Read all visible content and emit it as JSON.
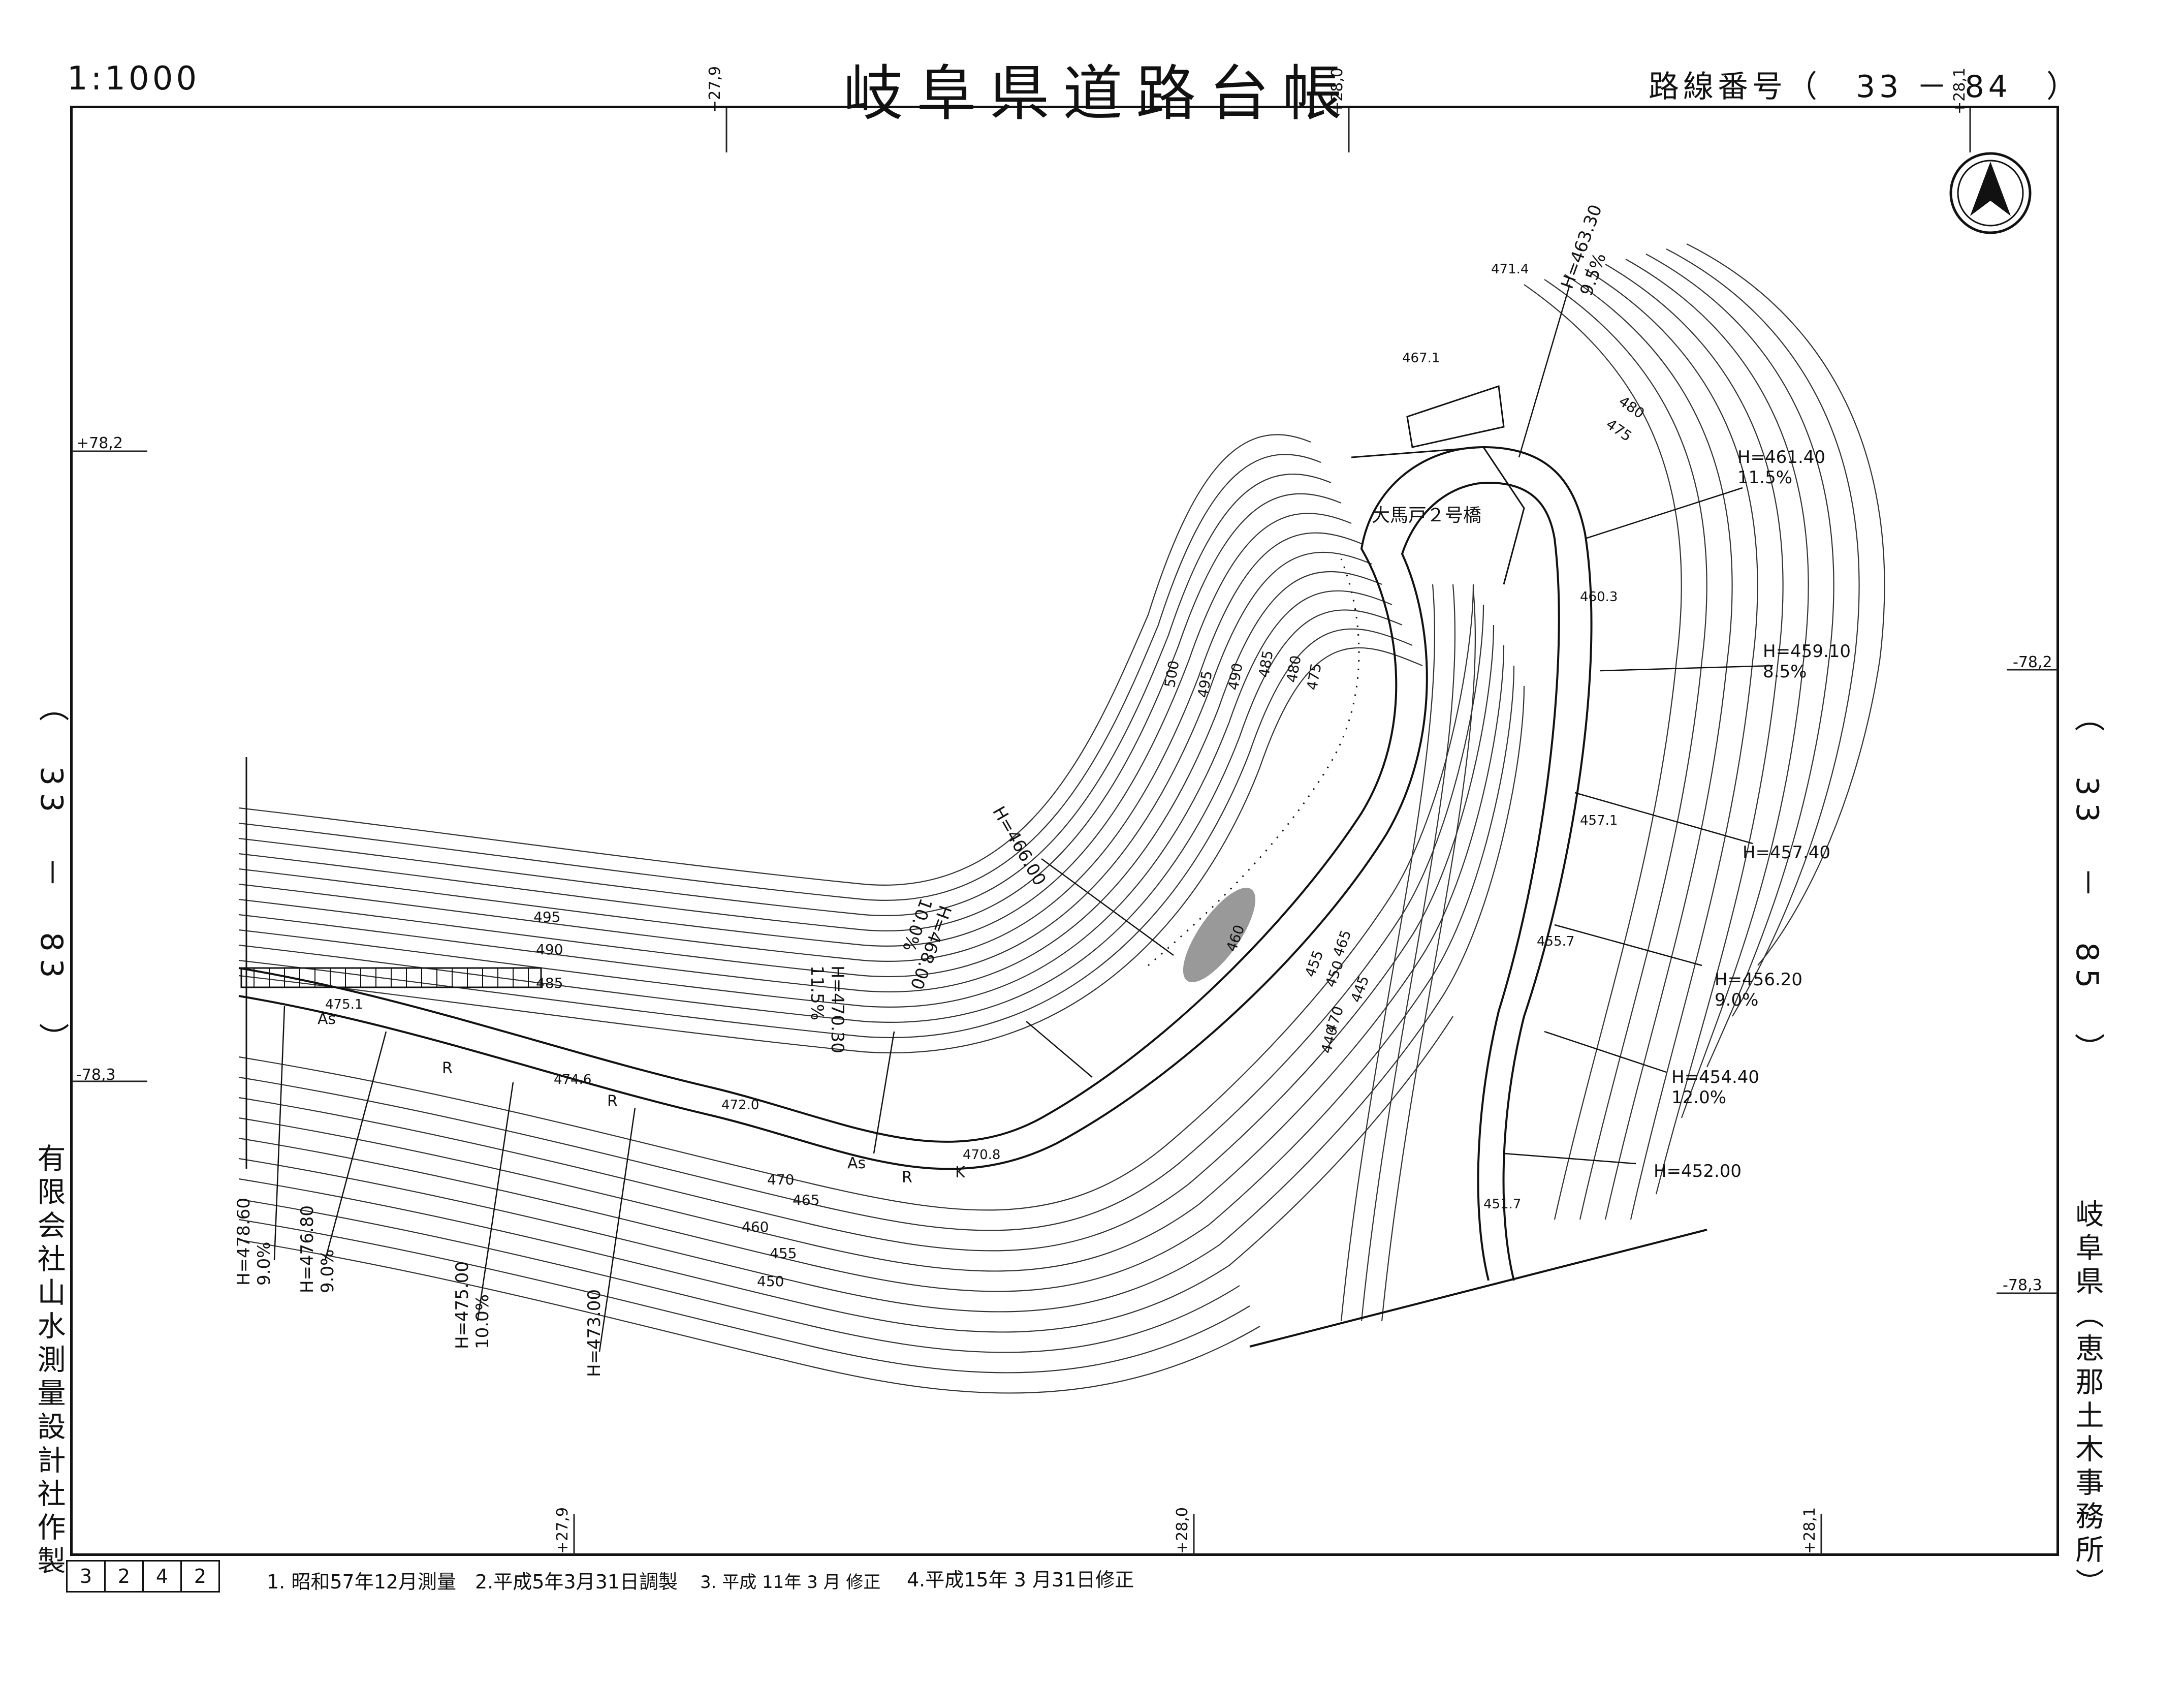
{
  "header": {
    "scale": "1:1000",
    "title": "岐阜県道路台帳",
    "route_label": "路線番号（　33 － 84　）"
  },
  "adjacent_sheets": {
    "left": "（　33　－　83　）",
    "right": "（　33　－　85　）"
  },
  "grid_labels": {
    "top_1": "+27,9",
    "top_2": "+28,0",
    "top_3": "+28,1",
    "bottom_1": "+27,9",
    "bottom_2": "+28,0",
    "bottom_3": "+28,1",
    "left_1": "+78,2",
    "left_2": "-78,3",
    "right_1": "-78,2",
    "right_2": "-78,3"
  },
  "map": {
    "bridge_name": "大馬戸２号橋",
    "elevations": {
      "h1": "H=478.60\n9.0%",
      "h2": "H=476.80\n9.0%",
      "h3": "H=475.00\n10.0%",
      "h4": "H=473.00",
      "h5": "H=470.30\n11.5%",
      "h6": "H=468.00\n10.0%",
      "h7": "H=466.00",
      "h8": "H=463.30\n9.5%",
      "h9": "H=461.40\n11.5%",
      "h10": "H=459.10\n8.5%",
      "h11": "H=457.40",
      "h12": "H=456.20\n9.0%",
      "h13": "H=454.40\n12.0%",
      "h14": "H=452.00"
    },
    "spot_heights": {
      "s1": "471.4",
      "s2": "467.1",
      "s3": "474.6",
      "s4": "472.0",
      "s5": "470.8",
      "s6": "455.7",
      "s7": "451.7",
      "s8": "475.1",
      "s9": "460.3",
      "s10": "457.1"
    },
    "contours": {
      "c500": "500",
      "c495": "495",
      "c490": "490",
      "c485": "485",
      "c480": "480",
      "c475": "475",
      "c470": "470",
      "c465": "465",
      "c460": "460",
      "c455": "455",
      "c450": "450",
      "c445": "445",
      "c440": "440",
      "r495": "495",
      "r490": "490",
      "r485": "485",
      "r480": "480",
      "r475": "475",
      "r470": "470",
      "r465": "465",
      "r460": "460",
      "r455": "455",
      "r450": "450"
    },
    "marks": {
      "as1": "As",
      "as2": "As",
      "r1": "R",
      "r2": "R",
      "r3": "R",
      "k1": "K"
    }
  },
  "maker": "有限会社山水測量設計社作製",
  "office": "岐阜県（恵那土木事務所）",
  "sheet_cells": [
    "3",
    "2",
    "4",
    "2"
  ],
  "notes": {
    "n1": "1. 昭和57年12月測量",
    "n2": "2.平成5年3月31日調製",
    "n3": "3. 平成 11年 3 月 修正",
    "n4": "4.平成15年 3 月31日修正"
  },
  "north_arrow_icon": "north-arrow-icon"
}
